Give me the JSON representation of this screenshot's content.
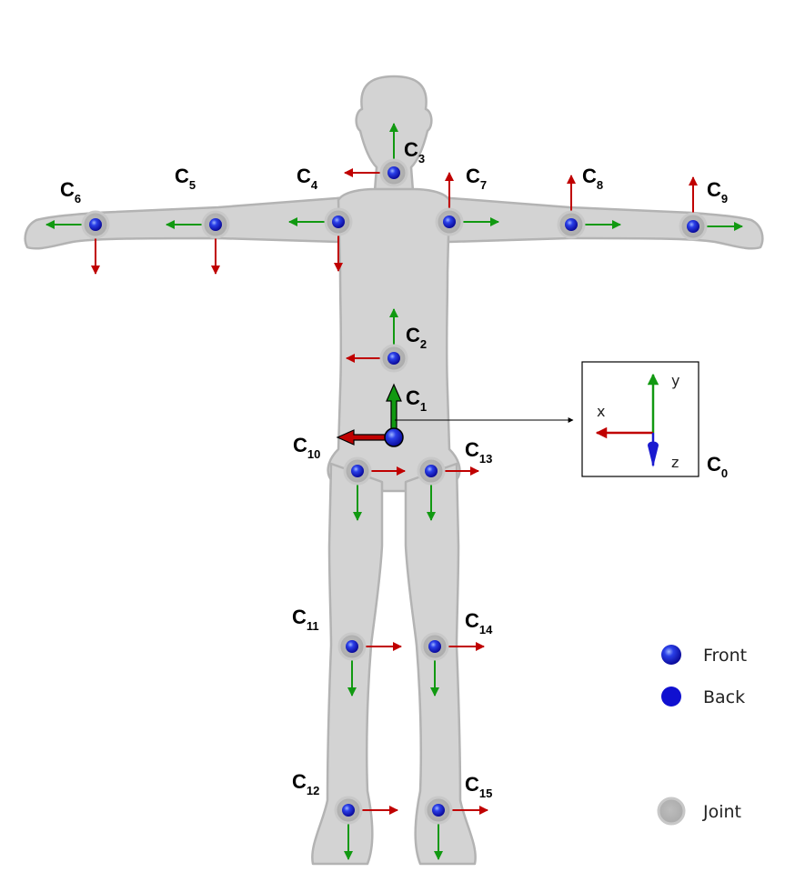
{
  "colors": {
    "body_fill": "#d3d3d3",
    "body_stroke": "#b3b3b3",
    "x_axis": "#c00000",
    "y_axis": "#119911",
    "z_axis": "#1a1ad0",
    "joint_dot": "#1010d0"
  },
  "joints": [
    {
      "id": "c0",
      "main": "C",
      "sub": "0"
    },
    {
      "id": "c1",
      "main": "C",
      "sub": "1"
    },
    {
      "id": "c2",
      "main": "C",
      "sub": "2"
    },
    {
      "id": "c3",
      "main": "C",
      "sub": "3"
    },
    {
      "id": "c4",
      "main": "C",
      "sub": "4"
    },
    {
      "id": "c5",
      "main": "C",
      "sub": "5"
    },
    {
      "id": "c6",
      "main": "C",
      "sub": "6"
    },
    {
      "id": "c7",
      "main": "C",
      "sub": "7"
    },
    {
      "id": "c8",
      "main": "C",
      "sub": "8"
    },
    {
      "id": "c9",
      "main": "C",
      "sub": "9"
    },
    {
      "id": "c10",
      "main": "C",
      "sub": "10"
    },
    {
      "id": "c11",
      "main": "C",
      "sub": "11"
    },
    {
      "id": "c12",
      "main": "C",
      "sub": "12"
    },
    {
      "id": "c13",
      "main": "C",
      "sub": "13"
    },
    {
      "id": "c14",
      "main": "C",
      "sub": "14"
    },
    {
      "id": "c15",
      "main": "C",
      "sub": "15"
    }
  ],
  "inset": {
    "x_label": "x",
    "y_label": "y",
    "z_label": "z"
  },
  "legend": {
    "front": "Front",
    "back": "Back",
    "joint": "Joint"
  }
}
